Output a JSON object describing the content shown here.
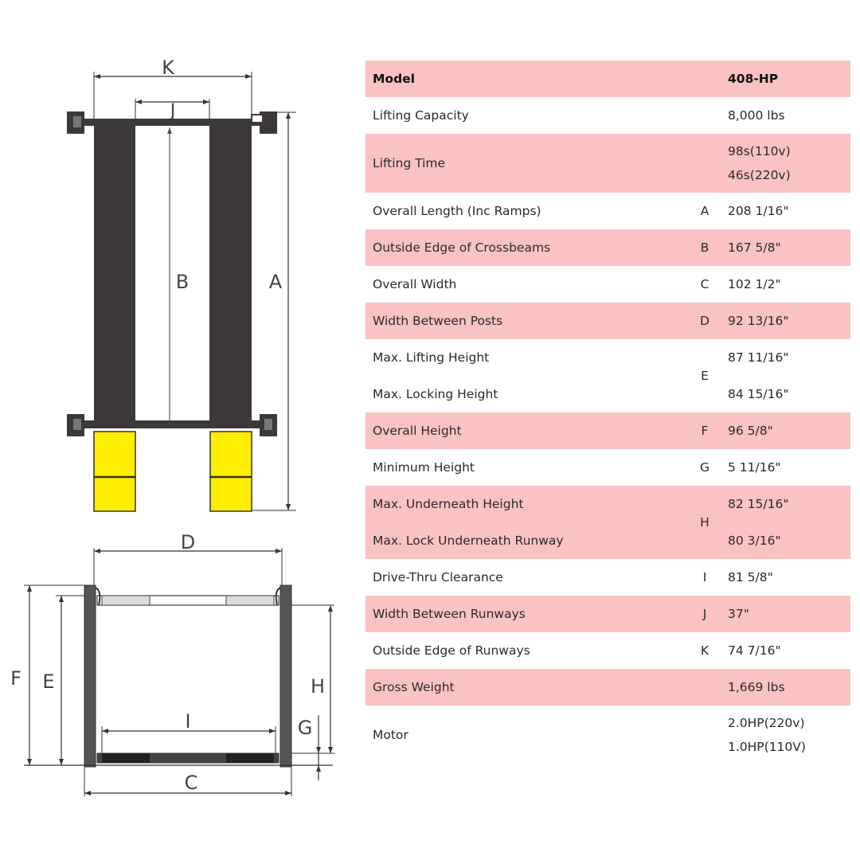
{
  "diagram": {
    "labels": {
      "a": "A",
      "b": "B",
      "c": "C",
      "d": "D",
      "e": "E",
      "f": "F",
      "g": "G",
      "h": "H",
      "i": "I",
      "j": "J",
      "k": "K"
    },
    "colors": {
      "runway": "#3d3938",
      "ramp": "#ffee00",
      "post": "#555555",
      "line": "#333333"
    }
  },
  "specs": {
    "header": {
      "label": "Model",
      "value": "408-HP"
    },
    "rows": [
      {
        "label": "Lifting Capacity",
        "code": "",
        "value": "8,000 lbs"
      },
      {
        "label": "Lifting Time",
        "code": "",
        "values": [
          "98s(110v)",
          "46s(220v)"
        ]
      },
      {
        "label": "Overall Length (Inc Ramps)",
        "code": "A",
        "value": "208 1/16\""
      },
      {
        "label": "Outside Edge of Crossbeams",
        "code": "B",
        "value": "167 5/8\""
      },
      {
        "label": "Overall Width",
        "code": "C",
        "value": "102 1/2\""
      },
      {
        "label": "Width Between Posts",
        "code": "D",
        "value": "92 13/16\""
      },
      {
        "labels": [
          "Max. Lifting Height",
          "Max. Locking Height"
        ],
        "code": "E",
        "values": [
          "87 11/16\"",
          "84 15/16\""
        ]
      },
      {
        "label": "Overall Height",
        "code": "F",
        "value": "96 5/8\""
      },
      {
        "label": "Minimum Height",
        "code": "G",
        "value": "5 11/16\""
      },
      {
        "labels": [
          "Max. Underneath Height",
          "Max. Lock Underneath Runway"
        ],
        "code": "H",
        "values": [
          "82 15/16\"",
          "80 3/16\""
        ]
      },
      {
        "label": "Drive-Thru Clearance",
        "code": "I",
        "value": "81 5/8\""
      },
      {
        "label": "Width Between Runways",
        "code": "J",
        "value": "37\""
      },
      {
        "label": "Outside Edge of Runways",
        "code": "K",
        "value": "74 7/16\""
      },
      {
        "label": "Gross Weight",
        "code": "",
        "value": "1,669 lbs"
      },
      {
        "label": "Motor",
        "code": "",
        "values": [
          "2.0HP(220v)",
          "1.0HP(110V)"
        ]
      }
    ]
  }
}
